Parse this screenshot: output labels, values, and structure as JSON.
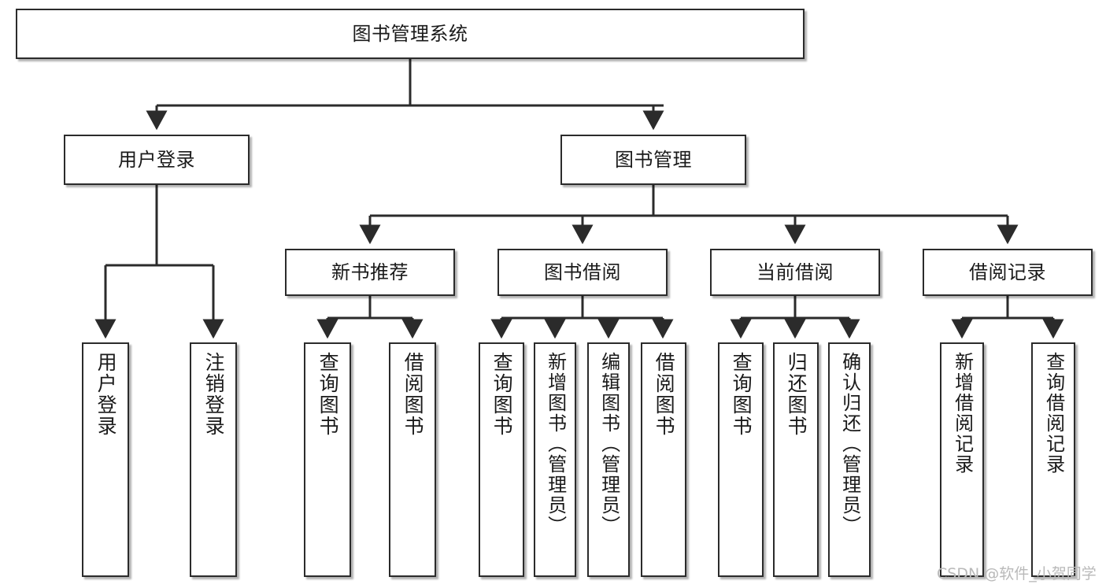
{
  "diagram": {
    "title": "图书管理系统",
    "type": "tree-hierarchy",
    "watermark": "CSDN @软件_小贺同学",
    "colors": {
      "node_border": "#2b2b2b",
      "node_fill": "#ffffff",
      "connector": "#2b2b2b",
      "text": "#1a1a1a",
      "watermark": "#b9b9b9",
      "background": "#ffffff"
    },
    "nodes": {
      "root": {
        "label": "图书管理系统"
      },
      "level1": [
        {
          "label": "用户登录"
        },
        {
          "label": "图书管理"
        }
      ],
      "level2": [
        {
          "label": "新书推荐"
        },
        {
          "label": "图书借阅"
        },
        {
          "label": "当前借阅"
        },
        {
          "label": "借阅记录"
        }
      ],
      "leaves": {
        "user_login": [
          {
            "label": "用户登录"
          },
          {
            "label": "注销登录"
          }
        ],
        "new_book_recommend": [
          {
            "label": "查询图书"
          },
          {
            "label": "借阅图书"
          }
        ],
        "book_borrow": [
          {
            "label": "查询图书"
          },
          {
            "label": "新增图书（管理员）"
          },
          {
            "label": "编辑图书（管理员）"
          },
          {
            "label": "借阅图书"
          }
        ],
        "current_borrow": [
          {
            "label": "查询图书"
          },
          {
            "label": "归还图书"
          },
          {
            "label": "确认归还（管理员）"
          }
        ],
        "borrow_records": [
          {
            "label": "新增借阅记录"
          },
          {
            "label": "查询借阅记录"
          }
        ]
      }
    }
  }
}
